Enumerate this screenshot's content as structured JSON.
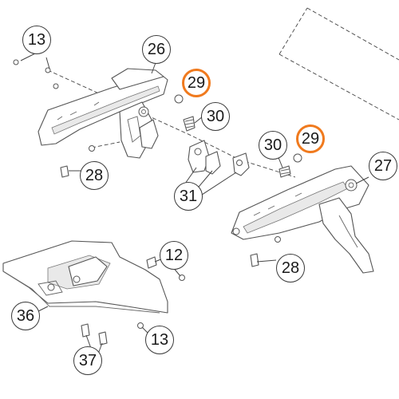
{
  "diagram": {
    "callouts": [
      {
        "id": "c13a",
        "label": "13",
        "highlight": false
      },
      {
        "id": "c26",
        "label": "26",
        "highlight": false
      },
      {
        "id": "c29a",
        "label": "29",
        "highlight": true
      },
      {
        "id": "c30a",
        "label": "30",
        "highlight": false
      },
      {
        "id": "c28a",
        "label": "28",
        "highlight": false
      },
      {
        "id": "c31",
        "label": "31",
        "highlight": false
      },
      {
        "id": "c30b",
        "label": "30",
        "highlight": false
      },
      {
        "id": "c29b",
        "label": "29",
        "highlight": true
      },
      {
        "id": "c27",
        "label": "27",
        "highlight": false
      },
      {
        "id": "c28b",
        "label": "28",
        "highlight": false
      },
      {
        "id": "c12",
        "label": "12",
        "highlight": false
      },
      {
        "id": "c36",
        "label": "36",
        "highlight": false
      },
      {
        "id": "c13b",
        "label": "13",
        "highlight": false
      },
      {
        "id": "c37",
        "label": "37",
        "highlight": false
      }
    ],
    "colors": {
      "highlight": "#f07a1e",
      "line": "#444444",
      "background": "#ffffff"
    }
  }
}
